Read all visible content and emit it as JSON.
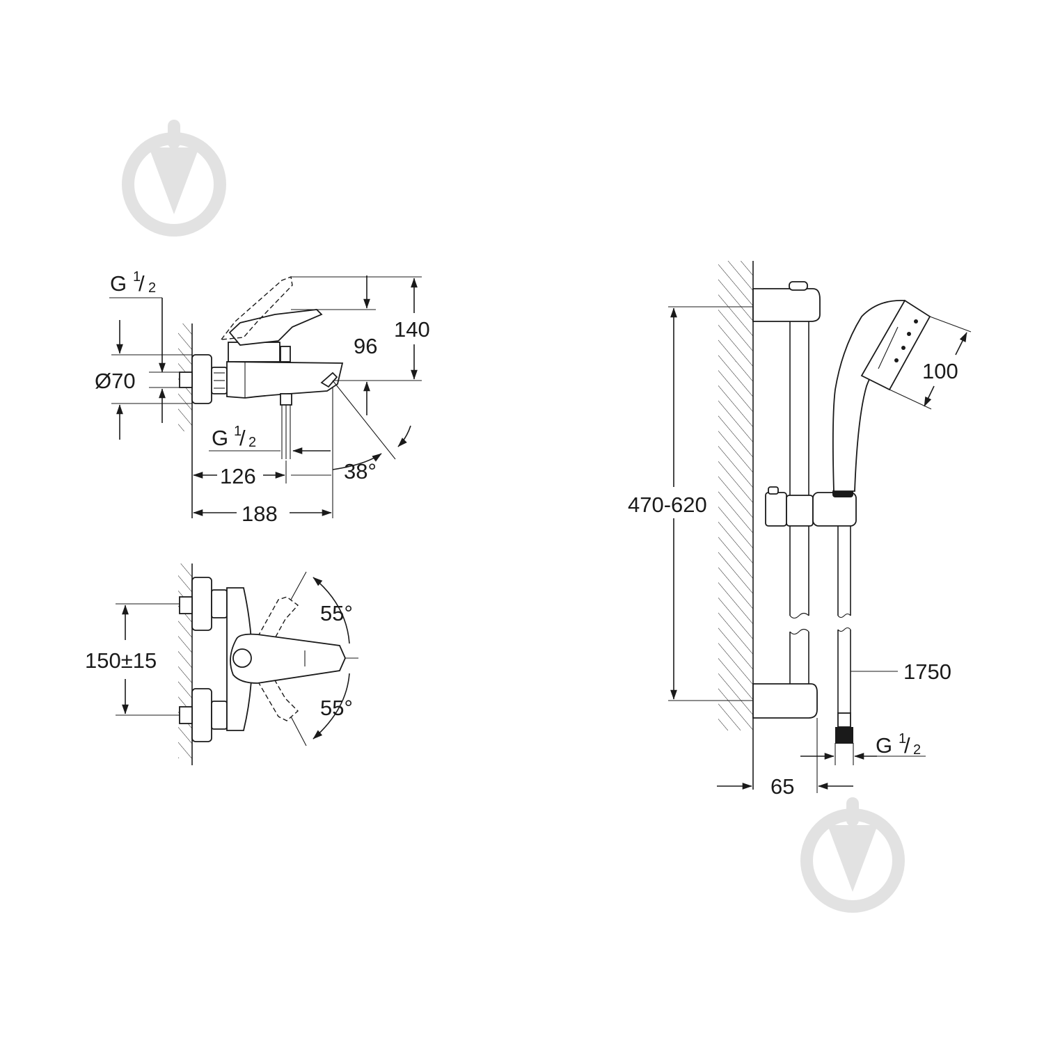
{
  "drawing": {
    "bath_mixer_side": {
      "inlet_thread": "G",
      "inlet_thread_fraction_num": "1",
      "inlet_thread_fraction_den": "2",
      "rosette_diameter": "Ø70",
      "lever_height": "140",
      "spout_height": "96",
      "outlet_thread": "G",
      "outlet_thread_fraction_num": "1",
      "outlet_thread_fraction_den": "2",
      "outlet_distance": "126",
      "projection": "188",
      "spout_angle": "38°"
    },
    "bath_mixer_top": {
      "centre_distance": "150±15",
      "lever_angle_up": "55°",
      "lever_angle_down": "55°"
    },
    "shower_set": {
      "rail_adjustment": "470-620",
      "handshower_head": "100",
      "hose_length": "1750",
      "hose_thread": "G",
      "hose_thread_fraction_num": "1",
      "hose_thread_fraction_den": "2",
      "wall_distance": "65"
    }
  }
}
